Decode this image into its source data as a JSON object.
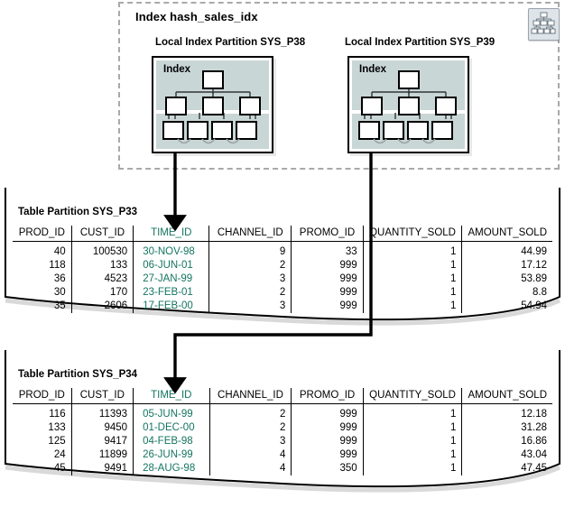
{
  "index_container": {
    "title": "Index hash_sales_idx",
    "icon_name": "index-hierarchy-icon",
    "partitions": [
      {
        "label": "Local Index Partition SYS_P38",
        "box_label": "Index"
      },
      {
        "label": "Local Index Partition SYS_P39",
        "box_label": "Index"
      }
    ]
  },
  "colors": {
    "index_fill": "#c9d6d6",
    "time_id_green": "#13755f",
    "dashed_border": "#a9a9a9",
    "icon_fill": "#dfe4e8"
  },
  "tables": [
    {
      "title": "Table Partition SYS_P33",
      "columns": [
        "PROD_ID",
        "CUST_ID",
        "TIME_ID",
        "CHANNEL_ID",
        "PROMO_ID",
        "QUANTITY_SOLD",
        "AMOUNT_SOLD"
      ],
      "rows": [
        [
          "40",
          "100530",
          "30-NOV-98",
          "9",
          "33",
          "1",
          "44.99"
        ],
        [
          "118",
          "133",
          "06-JUN-01",
          "2",
          "999",
          "1",
          "17.12"
        ],
        [
          "36",
          "4523",
          "27-JAN-99",
          "3",
          "999",
          "1",
          "53.89"
        ],
        [
          "30",
          "170",
          "23-FEB-01",
          "2",
          "999",
          "1",
          "8.8"
        ],
        [
          "35",
          "2606",
          "17-FEB-00",
          "3",
          "999",
          "1",
          "54.94"
        ]
      ]
    },
    {
      "title": "Table Partition SYS_P34",
      "columns": [
        "PROD_ID",
        "CUST_ID",
        "TIME_ID",
        "CHANNEL_ID",
        "PROMO_ID",
        "QUANTITY_SOLD",
        "AMOUNT_SOLD"
      ],
      "rows": [
        [
          "116",
          "11393",
          "05-JUN-99",
          "2",
          "999",
          "1",
          "12.18"
        ],
        [
          "133",
          "9450",
          "01-DEC-00",
          "2",
          "999",
          "1",
          "31.28"
        ],
        [
          "125",
          "9417",
          "04-FEB-98",
          "3",
          "999",
          "1",
          "16.86"
        ],
        [
          "24",
          "11899",
          "26-JUN-99",
          "4",
          "999",
          "1",
          "43.04"
        ],
        [
          "45",
          "9491",
          "28-AUG-98",
          "4",
          "350",
          "1",
          "47.45"
        ]
      ]
    }
  ]
}
